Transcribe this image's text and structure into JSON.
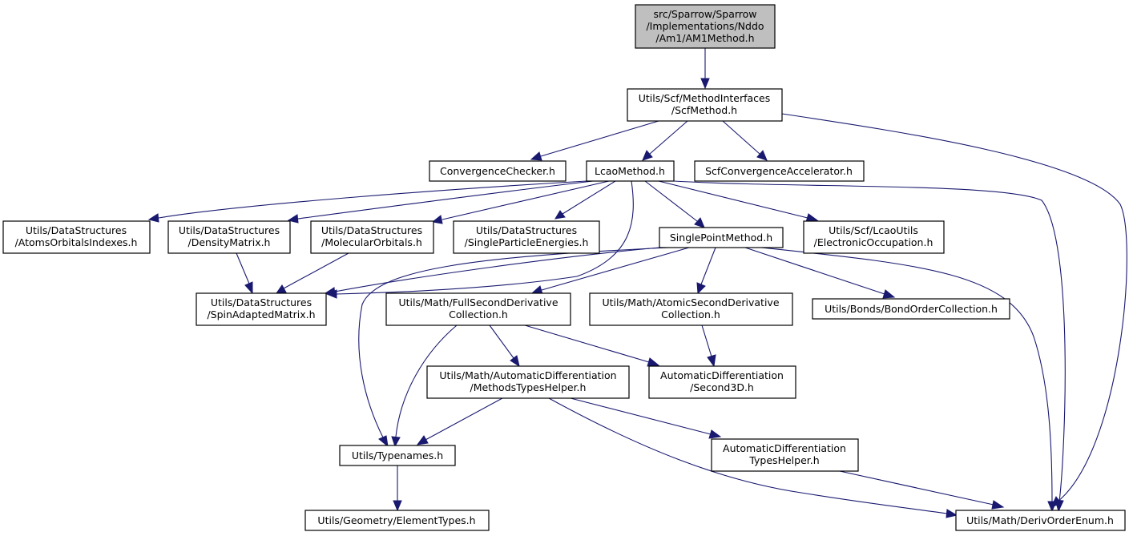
{
  "nodes": {
    "am1": [
      "src/Sparrow/Sparrow",
      "/Implementations/Nddo",
      "/Am1/AM1Method.h"
    ],
    "scf": [
      "Utils/Scf/MethodInterfaces",
      "/ScfMethod.h"
    ],
    "conv": [
      "ConvergenceChecker.h"
    ],
    "lcao": [
      "LcaoMethod.h"
    ],
    "scfconv": [
      "ScfConvergenceAccelerator.h"
    ],
    "atomsidx": [
      "Utils/DataStructures",
      "/AtomsOrbitalsIndexes.h"
    ],
    "density": [
      "Utils/DataStructures",
      "/DensityMatrix.h"
    ],
    "molorb": [
      "Utils/DataStructures",
      "/MolecularOrbitals.h"
    ],
    "singlepe": [
      "Utils/DataStructures",
      "/SingleParticleEnergies.h"
    ],
    "spm": [
      "SinglePointMethod.h"
    ],
    "elocc": [
      "Utils/Scf/LcaoUtils",
      "/ElectronicOccupation.h"
    ],
    "spin": [
      "Utils/DataStructures",
      "/SpinAdaptedMatrix.h"
    ],
    "fullsec": [
      "Utils/Math/FullSecondDerivative",
      "Collection.h"
    ],
    "atomsec": [
      "Utils/Math/AtomicSecondDerivative",
      "Collection.h"
    ],
    "bonds": [
      "Utils/Bonds/BondOrderCollection.h"
    ],
    "mth": [
      "Utils/Math/AutomaticDifferentiation",
      "/MethodsTypesHelper.h"
    ],
    "second3d": [
      "AutomaticDifferentiation",
      "/Second3D.h"
    ],
    "typenames": [
      "Utils/Typenames.h"
    ],
    "adth": [
      "AutomaticDifferentiation",
      "TypesHelper.h"
    ],
    "elemtypes": [
      "Utils/Geometry/ElementTypes.h"
    ],
    "deriv": [
      "Utils/Math/DerivOrderEnum.h"
    ]
  }
}
